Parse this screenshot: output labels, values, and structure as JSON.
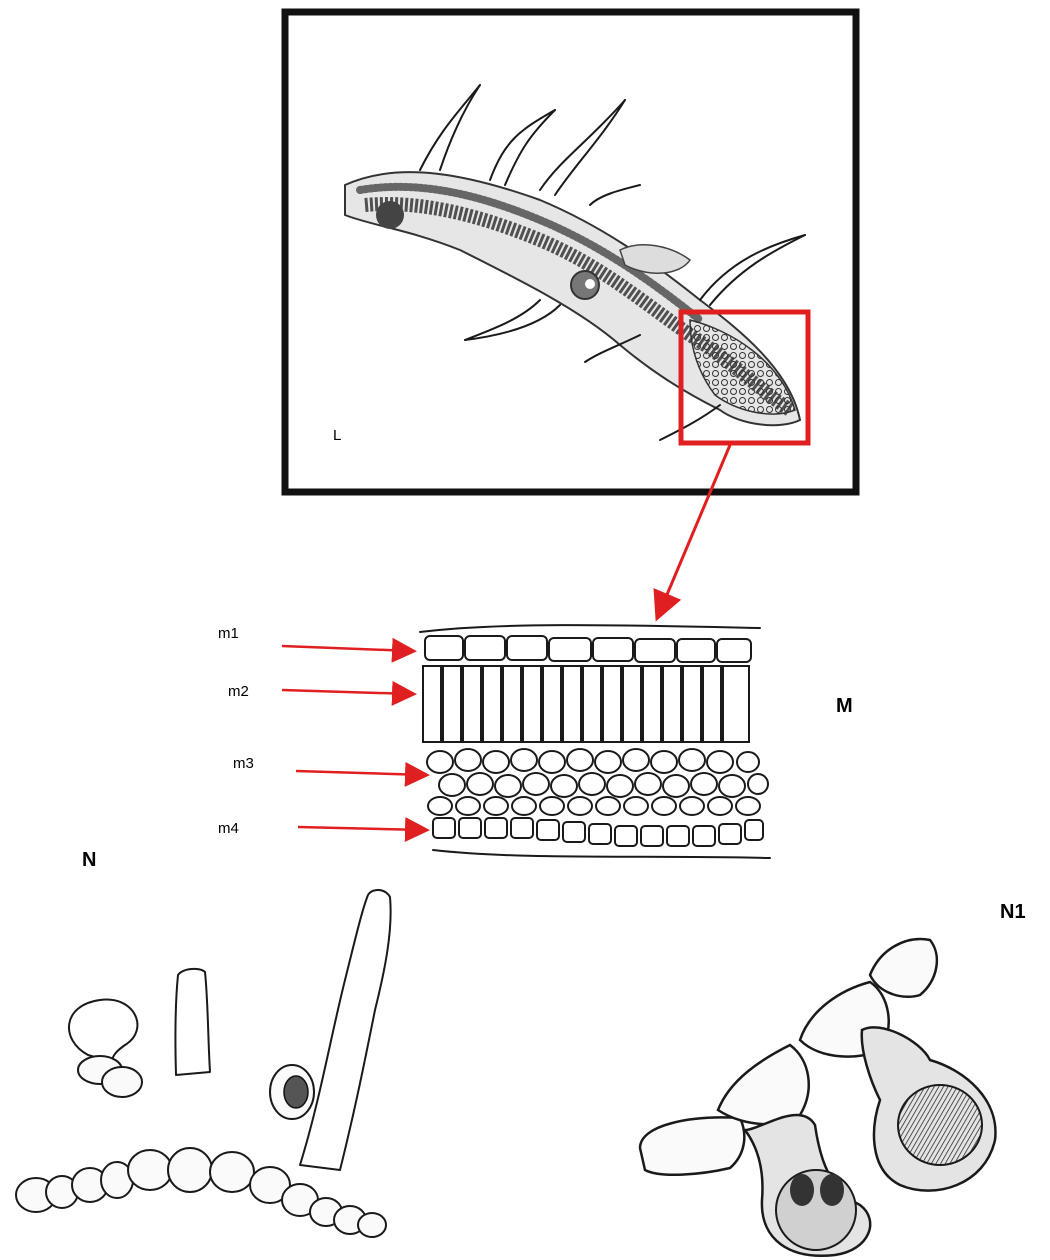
{
  "colors": {
    "frame": "#111111",
    "highlight": "#e02020",
    "arrow": "#e02020",
    "ink": "#1a1a1a"
  },
  "panels": {
    "L": {
      "label": "L"
    },
    "M": {
      "label": "M"
    },
    "N": {
      "label": "N"
    },
    "N1": {
      "label": "N1"
    }
  },
  "layer_callouts": [
    {
      "id": "m1",
      "label": "m1"
    },
    {
      "id": "m2",
      "label": "m2"
    },
    {
      "id": "m3",
      "label": "m3"
    },
    {
      "id": "m4",
      "label": "m4"
    }
  ]
}
